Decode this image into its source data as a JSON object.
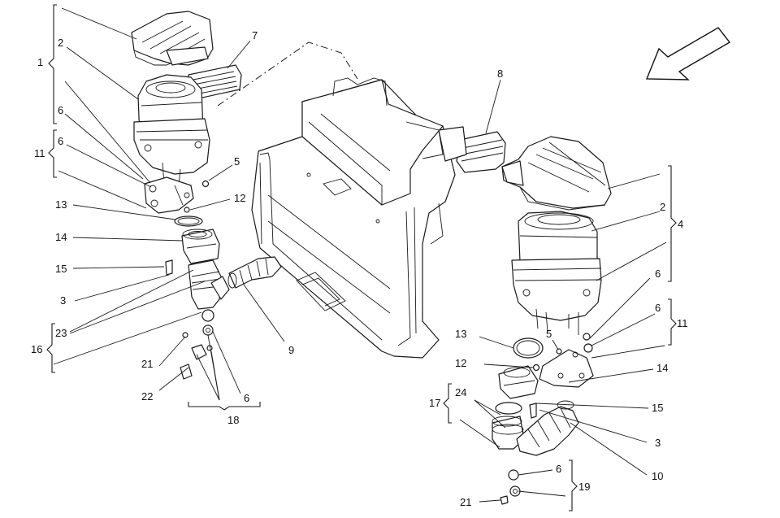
{
  "labels": {
    "l1": "1",
    "l2a": "2",
    "l6a": "6",
    "l6b": "6",
    "l11a": "11",
    "l13a": "13",
    "l14a": "14",
    "l15a": "15",
    "l3a": "3",
    "l23": "23",
    "l16": "16",
    "l21a": "21",
    "l22": "22",
    "l6c": "6",
    "l18": "18",
    "l7": "7",
    "l5a": "5",
    "l12a": "12",
    "l9": "9",
    "l8": "8",
    "l2b": "2",
    "l4": "4",
    "l6d": "6",
    "l6e": "6",
    "l11b": "11",
    "l13b": "13",
    "l5b": "5",
    "l12b": "12",
    "l14b": "14",
    "l17": "17",
    "l24": "24",
    "l15b": "15",
    "l3b": "3",
    "l10": "10",
    "l6f": "6",
    "l19": "19",
    "l21b": "21"
  }
}
